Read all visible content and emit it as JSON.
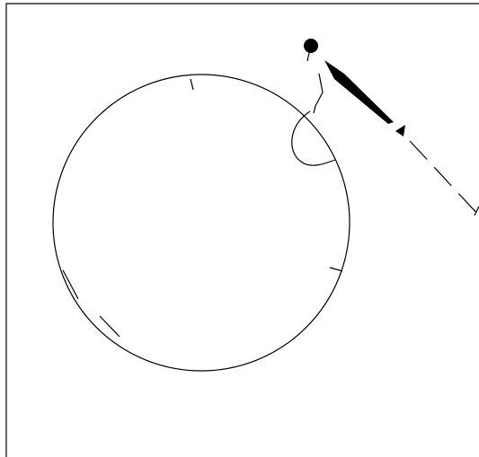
{
  "canvas": {
    "background": "#ffffff",
    "stroke_color": "#000000"
  },
  "figure": {
    "elements": [
      "border",
      "large-circle",
      "tick-marks",
      "dashed-arcs",
      "curved-inner-line",
      "black-dot",
      "black-wedge",
      "arrowhead",
      "dashed-ray"
    ]
  }
}
